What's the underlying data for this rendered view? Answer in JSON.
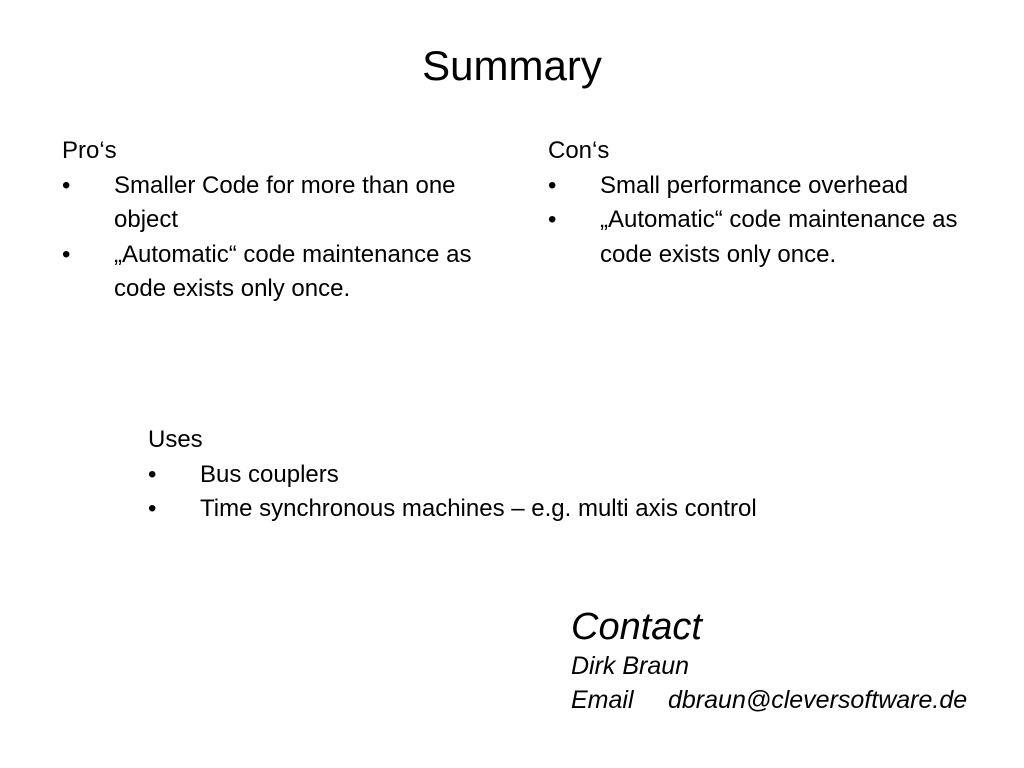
{
  "slide": {
    "title": "Summary"
  },
  "pros": {
    "heading": "Pro‘s",
    "bullet": "•",
    "items": [
      "Smaller Code for more than one object",
      "„Automatic“ code maintenance as code exists only once."
    ]
  },
  "cons": {
    "heading": "Con‘s",
    "bullet": "•",
    "items": [
      "Small performance overhead",
      "„Automatic“ code maintenance as code exists only once."
    ]
  },
  "uses": {
    "heading": "Uses",
    "bullet": "•",
    "items": [
      "Bus couplers",
      "Time synchronous machines – e.g. multi axis control"
    ]
  },
  "contact": {
    "heading": "Contact",
    "name": "Dirk Braun",
    "email_label": "Email",
    "email": "dbraun@cleversoftware.de"
  }
}
